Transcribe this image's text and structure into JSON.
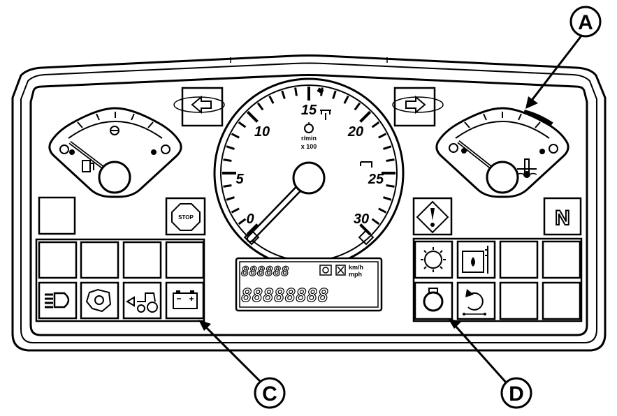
{
  "callouts": {
    "a": "A",
    "c": "C",
    "d": "D"
  },
  "tachometer": {
    "scale_labels": [
      "0",
      "5",
      "10",
      "15",
      "20",
      "25",
      "30"
    ],
    "unit_top": "r/min",
    "unit_bottom": "x 100"
  },
  "display": {
    "top_segments": "888888",
    "bottom_segments": "88888888",
    "unit_top": "km/h",
    "unit_bottom": "mph"
  },
  "neutral_indicator": "N",
  "stop_badge": "STOP",
  "icons": {
    "left_turn": "left-turn-arrow-icon",
    "right_turn": "right-turn-arrow-icon",
    "fuel_gauge": "fuel-pump-icon",
    "coolant_gauge": "coolant-temperature-icon",
    "stop": "stop-sign-icon",
    "warning": "warning-diamond-icon",
    "headlight": "high-beam-icon",
    "engine": "engine-icon",
    "trailer": "trailer-brake-icon",
    "battery": "battery-charge-icon",
    "glow_plug": "glow-plug-icon",
    "coolant_level": "coolant-level-icon",
    "oil_pressure": "oil-pressure-icon",
    "hydraulic": "hydraulic-oil-icon"
  }
}
